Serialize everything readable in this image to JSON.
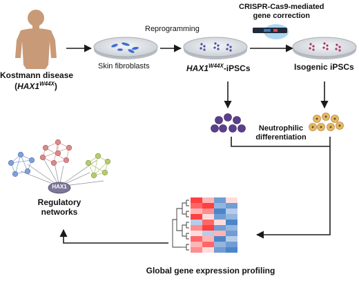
{
  "labels": {
    "crispr_line1": "CRISPR-Cas9-mediated",
    "crispr_line2": "gene correction",
    "reprogramming": "Reprogramming",
    "disease_line1": "Kostmann disease",
    "disease_open": "(",
    "disease_gene": "HAX1",
    "disease_variant": "W44X",
    "disease_close": ")",
    "skin_fibroblasts": "Skin fibroblasts",
    "ipsc_gene": "HAX1",
    "ipsc_variant": "W44X",
    "ipsc_suffix": "-iPSCs",
    "isogenic": "Isogenic iPSCs",
    "neutro_line1": "Neutrophilic",
    "neutro_line2": "differentiation",
    "network_center": "HAX1",
    "regulatory_line1": "Regulatory",
    "regulatory_line2": "networks",
    "profiling": "Global gene expression profiling"
  },
  "colors": {
    "human": "#c99a78",
    "arrow": "#1a1a1a",
    "dish": "#c8ccd1",
    "cell_fibroblast": "#3f6fd1",
    "cell_ipsc_mutant": "#4a4aa8",
    "cell_ipsc_isogenic": "#b0306a",
    "neutrophil_mutant": "#5b3f8c",
    "neutrophil_isogenic": "#d9a24a",
    "network_blue": "#7fa0d8",
    "network_red": "#d98a8a",
    "network_green": "#b5cc6e",
    "hax1_node": "#7d7799",
    "heatmap_red": "#d7191c",
    "heatmap_blue": "#2c6fbb"
  },
  "icons": [
    "human-silhouette-icon",
    "petri-dish-icon",
    "crispr-device-icon",
    "neutrophil-cluster-icon",
    "network-graph-icon",
    "dendrogram-icon"
  ]
}
